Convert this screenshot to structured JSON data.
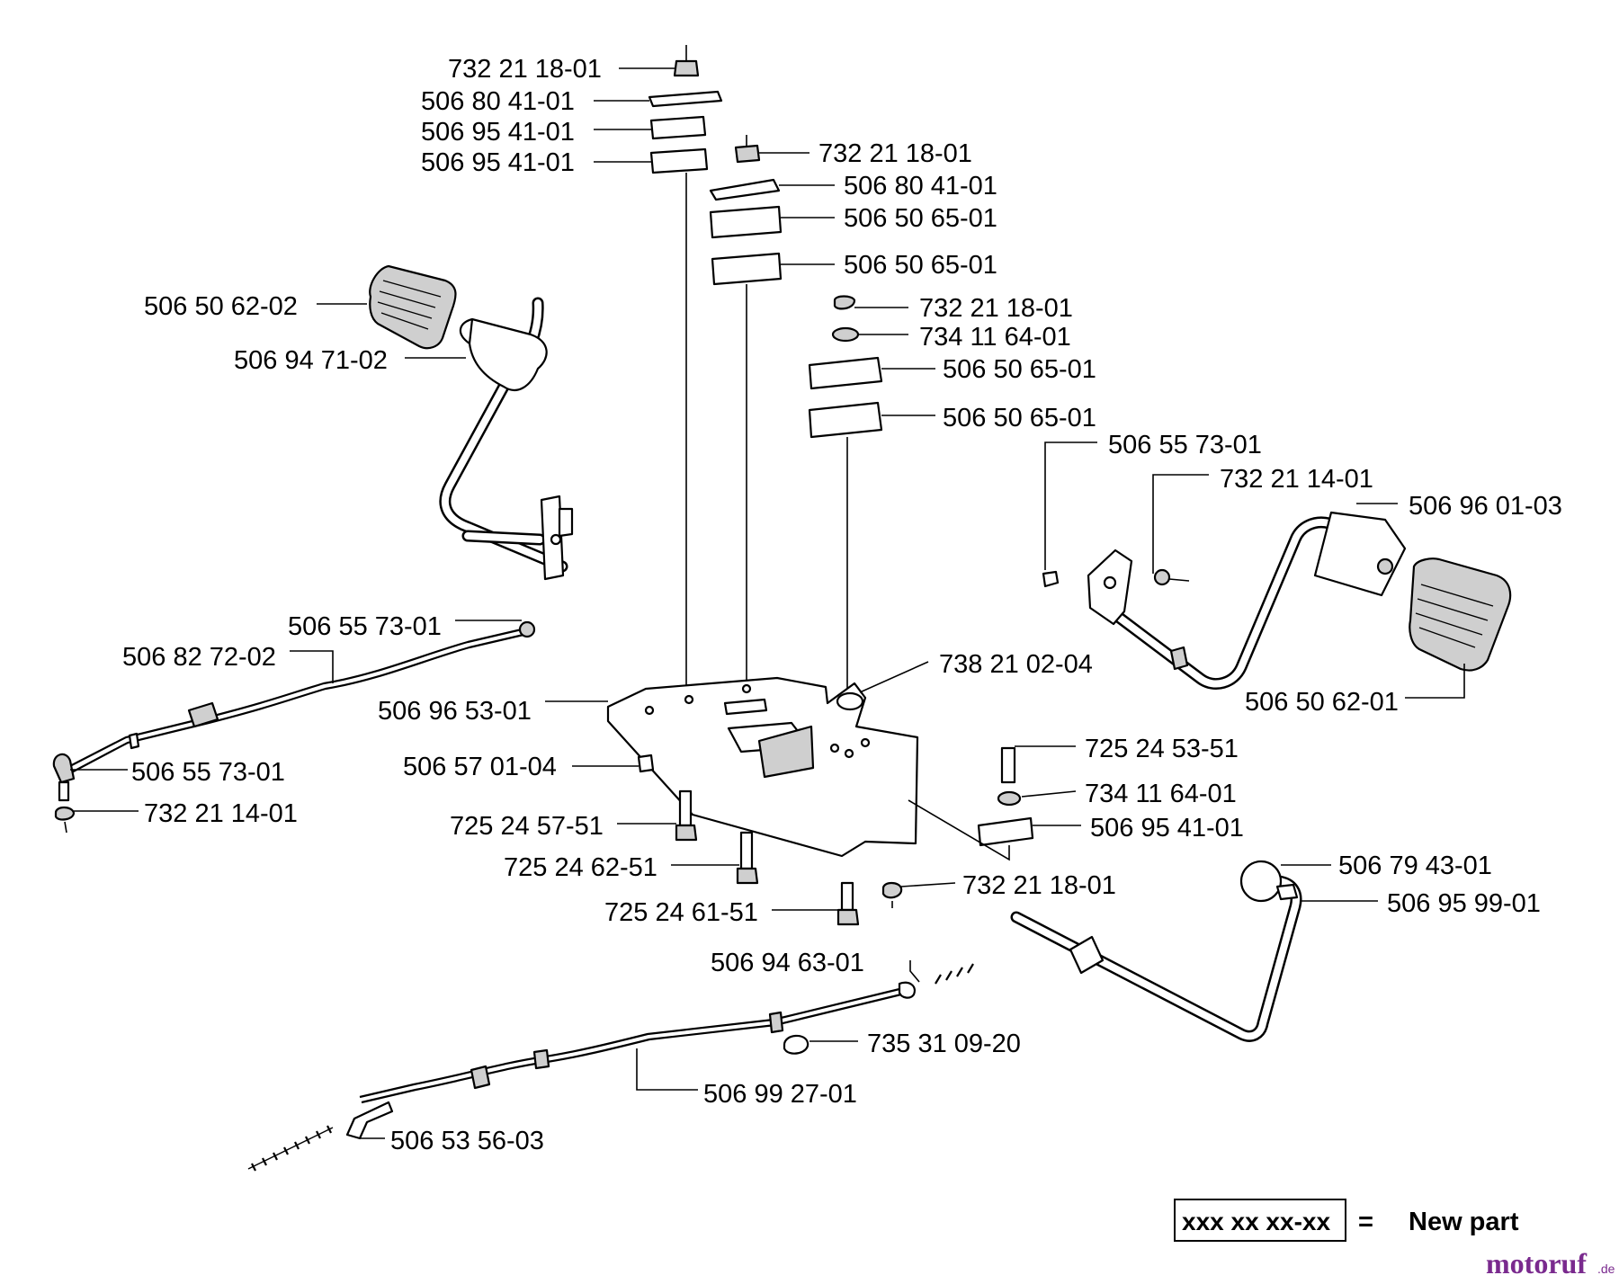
{
  "labels": [
    "732 21 18-01",
    "506 80 41-01",
    "506 95 41-01",
    "506 95 41-01",
    "732 21 18-01",
    "506 80 41-01",
    "506 50 65-01",
    "506 50 65-01",
    "732 21 18-01",
    "734 11 64-01",
    "506 50 65-01",
    "506 50 65-01",
    "506 50 62-02",
    "506 94 71-02",
    "506 55 73-01",
    "732 21 14-01",
    "506 96 01-03",
    "506 50 62-01",
    "506 55 73-01",
    "506 82 72-02",
    "738 21 02-04",
    "506 96 53-01",
    "506 57 01-04",
    "506 55 73-01",
    "732 21 14-01",
    "725 24 53-51",
    "734 11 64-01",
    "506 95 41-01",
    "725 24 57-51",
    "725 24 62-51",
    "732 21 18-01",
    "725 24 61-51",
    "506 79 43-01",
    "506 95 99-01",
    "506 94 63-01",
    "735 31 09-20",
    "506 99 27-01",
    "506 53 56-03"
  ],
  "legend": {
    "box_text": "xxx xx xx-xx",
    "equals": "=",
    "text": "New part"
  },
  "watermark": {
    "text": "motoruf",
    "suffix": ".de"
  }
}
